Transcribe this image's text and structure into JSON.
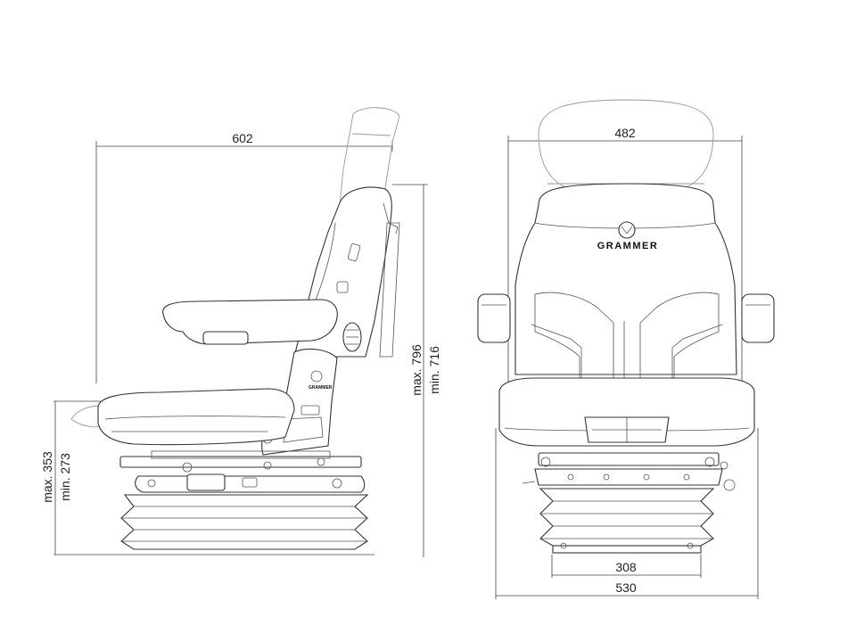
{
  "brand": {
    "logo_text": "GRAMMER"
  },
  "side_view": {
    "width_label": "602",
    "height_max_label": "max. 796",
    "height_min_label": "min. 716",
    "seat_height_max_label": "max. 353",
    "seat_height_min_label": "min. 273"
  },
  "front_view": {
    "width_top_label": "482",
    "base_width_label": "308",
    "overall_width_label": "530"
  }
}
